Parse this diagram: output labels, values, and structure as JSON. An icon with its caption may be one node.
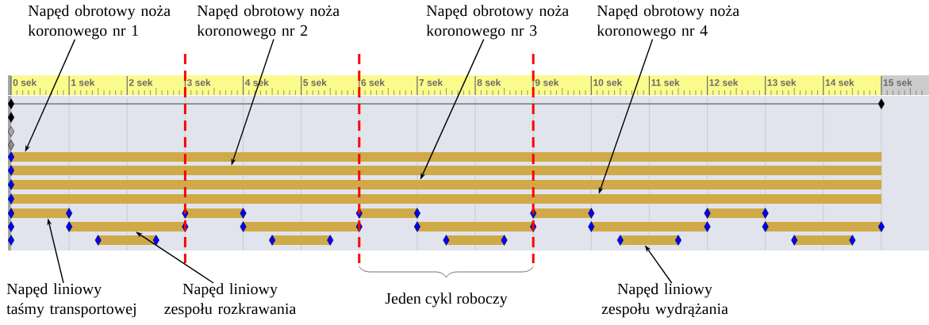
{
  "diagram": {
    "nodes": [
      {
        "text": [
          "Napęd obrotowy noża koronowego nr 1"
        ]
      },
      {
        "text": [
          "Napęd obrotowy noża koronowego nr 2"
        ]
      },
      {
        "text": [
          "Napęd obrotowy noża koronowego nr 3"
        ]
      },
      {
        "text": [
          "Napęd obrotowy noża koronowego nr 4"
        ]
      },
      {
        "text": [],
        "shape": "bar"
      },
      {
        "text": [],
        "shape": "bar"
      },
      {
        "text": [],
        "shape": "bar"
      },
      {
        "text": [],
        "shape": "bar"
      },
      {
        "text": [],
        "shape": "bar"
      },
      {
        "text": [],
        "shape": "bar"
      },
      {
        "text": [],
        "shape": "bar"
      },
      {
        "text": [],
        "shape": "bar"
      },
      {
        "text": [],
        "shape": "bar"
      },
      {
        "text": [],
        "shape": "bar"
      },
      {
        "text": [],
        "shape": "bar"
      },
      {
        "text": [],
        "shape": "bar"
      },
      {
        "text": [],
        "shape": "bar"
      },
      {
        "text": [],
        "shape": "bar"
      },
      {
        "text": [],
        "shape": "bar"
      },
      {
        "text": [],
        "shape": "bar"
      },
      {
        "text": [],
        "shape": "bar"
      },
      {
        "text": [],
        "shape": "bar"
      },
      {
        "text": [],
        "shape": "bar"
      },
      {
        "text": [
          "Napęd liniowy taśmy transportowej"
        ]
      },
      {
        "text": [
          "Napęd liniowy zespołu rozkrawania"
        ]
      },
      {
        "text": [
          "Napęd liniowy zespołu wydrążania"
        ]
      }
    ],
    "edges": [
      {
        "from": 0,
        "to": 4,
        "arrow": "to"
      },
      {
        "from": 1,
        "to": 5,
        "arrow": "to"
      },
      {
        "from": 2,
        "to": 6,
        "arrow": "to"
      },
      {
        "from": 3,
        "to": 7,
        "arrow": "to"
      },
      {
        "from": 23,
        "to": 8,
        "arrow": "to"
      },
      {
        "from": 24,
        "to": 13,
        "arrow": "to"
      },
      {
        "from": 25,
        "to": 21,
        "arrow": "to"
      }
    ],
    "labels": [
      "0 sek",
      "1 sek",
      "2 sek",
      "3 sek",
      "4 sek",
      "5 sek",
      "6 sek",
      "7 sek",
      "8 sek",
      "9 sek",
      "10 sek",
      "11 sek",
      "12 sek",
      "13 sek",
      "14 sek",
      "15 sek",
      "Jeden cykl roboczy"
    ]
  }
}
